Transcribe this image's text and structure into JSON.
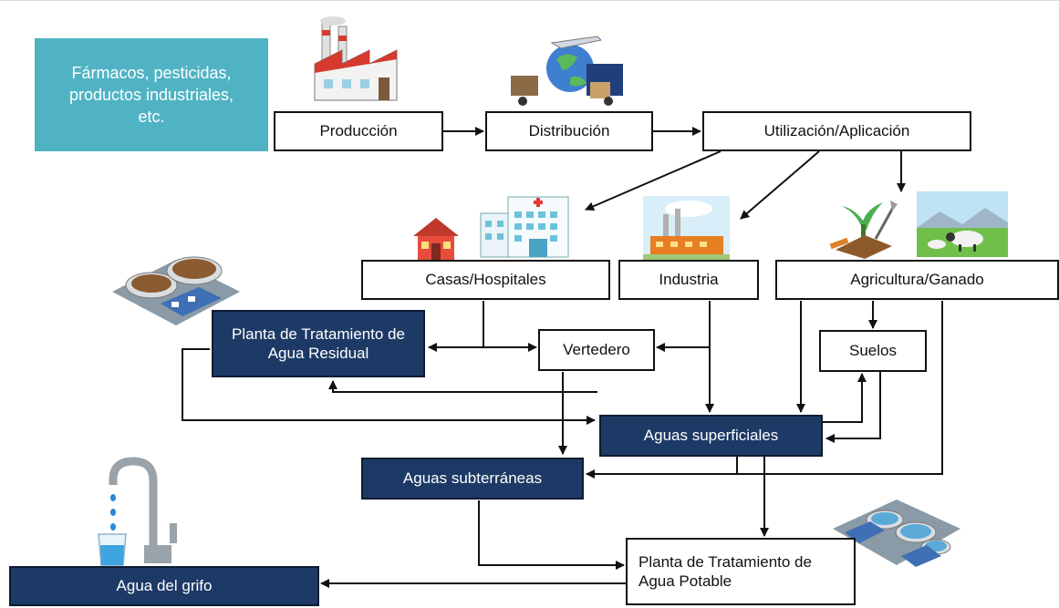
{
  "nodes": {
    "source": "Fármacos, pesticidas, productos industriales, etc.",
    "produccion": "Producción",
    "distribucion": "Distribución",
    "utilizacion": "Utilización/Aplicación",
    "casas": "Casas/Hospitales",
    "industria": "Industria",
    "agricultura": "Agricultura/Ganado",
    "planta_residual": "Planta de Tratamiento de Agua Residual",
    "vertedero": "Vertedero",
    "suelos": "Suelos",
    "aguas_superficiales": "Aguas superficiales",
    "aguas_subterraneas": "Aguas subterráneas",
    "planta_potable": "Planta de Tratamiento de Agua Potable",
    "agua_grifo": "Agua del grifo"
  },
  "icons": [
    "factory-icon",
    "distribution-icon",
    "house-icon",
    "hospital-icon",
    "industry-icon",
    "plant-tools-icon",
    "sheep-field-icon",
    "wastewater-plant-icon",
    "water-tap-icon",
    "drinking-water-plant-icon"
  ],
  "colors": {
    "teal": "#4fb3c4",
    "navy": "#1d3a66",
    "line": "#111111"
  }
}
